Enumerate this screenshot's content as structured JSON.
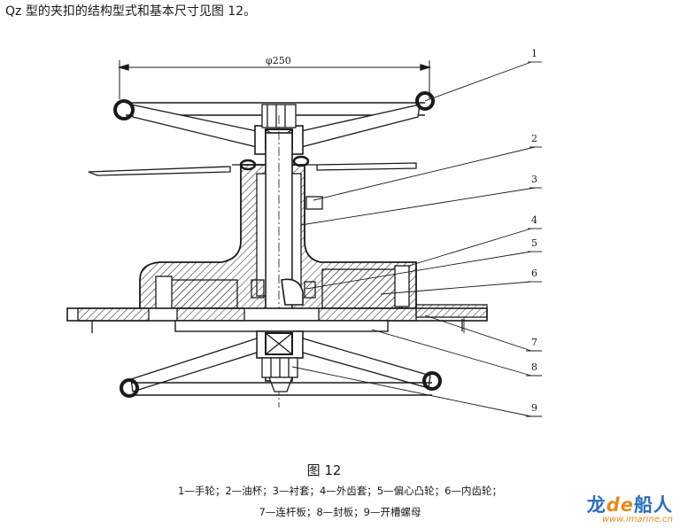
{
  "intro_text": "Qz 型的夹扣的结构型式和基本尺寸见图 12。",
  "figure": {
    "dimension_label": "φ250",
    "callouts": [
      "1",
      "2",
      "3",
      "4",
      "5",
      "6",
      "7",
      "8",
      "9"
    ],
    "title": "图 12",
    "legend_line1": "1—手轮；2—油杯；3—衬套；4—外齿套；5—偏心凸轮；6—内齿轮；",
    "legend_line2": "7—连杆板；8—封板；9—开槽螺母"
  },
  "watermark": {
    "brand_a": "龙",
    "brand_b": "de",
    "brand_c": "船人",
    "url": "www.imarine.cn"
  },
  "colors": {
    "ink": "#1a1a1a",
    "watermark_blue": "#2b6fb6",
    "watermark_orange": "#e58a1f"
  }
}
